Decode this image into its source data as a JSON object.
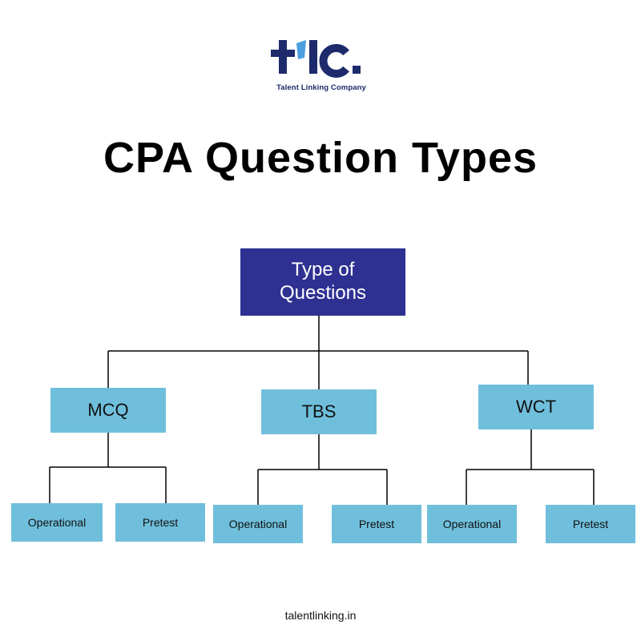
{
  "brand": {
    "logo_text": "tlc.",
    "tagline": "Talent Linking Company",
    "colors": {
      "navy": "#1d2a6b",
      "accent": "#4a9fe0"
    }
  },
  "title": "CPA Question Types",
  "diagram": {
    "root": {
      "label_line1": "Type of",
      "label_line2": "Questions",
      "color": "#2e3192"
    },
    "branches": [
      {
        "label": "MCQ",
        "children": [
          "Operational",
          "Pretest"
        ]
      },
      {
        "label": "TBS",
        "children": [
          "Operational",
          "Pretest"
        ]
      },
      {
        "label": "WCT",
        "children": [
          "Operational",
          "Pretest"
        ]
      }
    ],
    "node_color": "#6fbfdc",
    "line_color": "#000000"
  },
  "footer": "talentlinking.in"
}
